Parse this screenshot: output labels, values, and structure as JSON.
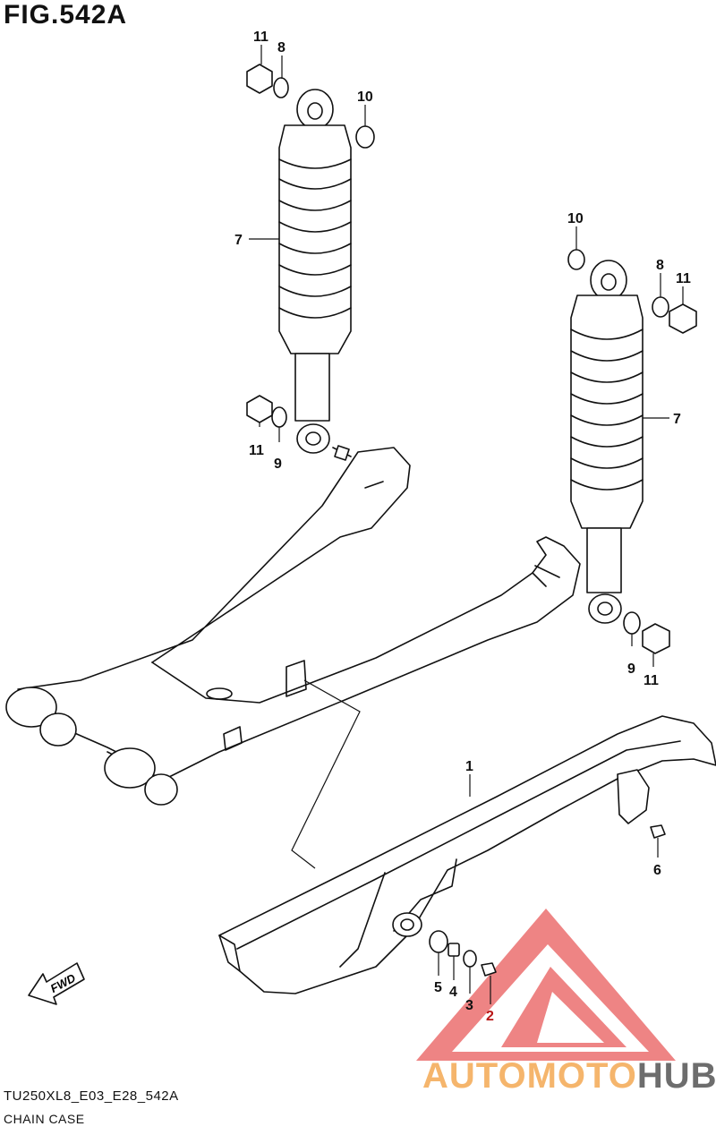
{
  "figure": {
    "title": "FIG.542A"
  },
  "footer": {
    "model_code": "TU250XL8_E03_E28_542A",
    "section_name": "CHAIN CASE"
  },
  "direction_marker": {
    "label": "FWD"
  },
  "watermark": {
    "part1": "AUTOMOTO",
    "part2": "HUB",
    "color_primary": "#f5b56c",
    "color_secondary": "#6d6d6d",
    "logo_color": "#e84c4c"
  },
  "callouts": {
    "c1": "1",
    "c2": "2",
    "c3": "3",
    "c4": "4",
    "c5": "5",
    "c6": "6",
    "c7_left": "7",
    "c7_right": "7",
    "c8_left": "8",
    "c8_right": "8",
    "c9_left": "9",
    "c9_right": "9",
    "c10_left": "10",
    "c10_right": "10",
    "c11_left_top": "11",
    "c11_left_bottom": "11",
    "c11_right_top": "11",
    "c11_right_bottom": "11"
  }
}
